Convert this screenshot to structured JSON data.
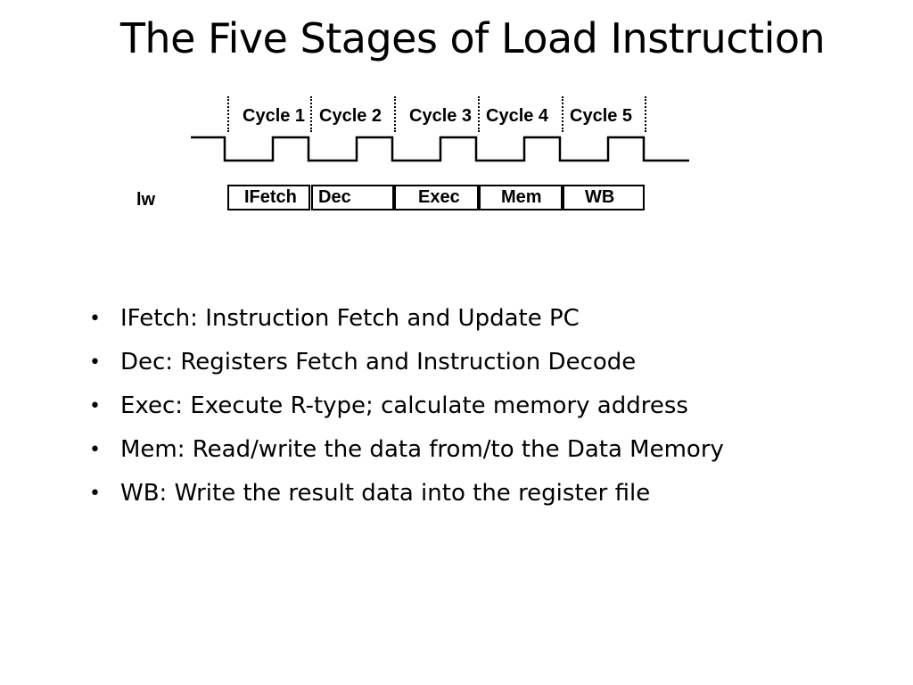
{
  "title": "The Five Stages of Load Instruction",
  "cycles": [
    "Cycle 1",
    "Cycle 2",
    "Cycle 3",
    "Cycle 4",
    "Cycle 5"
  ],
  "instruction": "lw",
  "stages": [
    "IFetch",
    "Dec",
    "Exec",
    "Mem",
    "WB"
  ],
  "bullets": [
    "IFetch: Instruction Fetch and Update PC",
    "Dec: Registers Fetch and Instruction Decode",
    "Exec: Execute R-type; calculate memory address",
    "Mem: Read/write the data from/to the Data Memory",
    "WB: Write the result data into the register file"
  ],
  "bullet_glyph": "•"
}
